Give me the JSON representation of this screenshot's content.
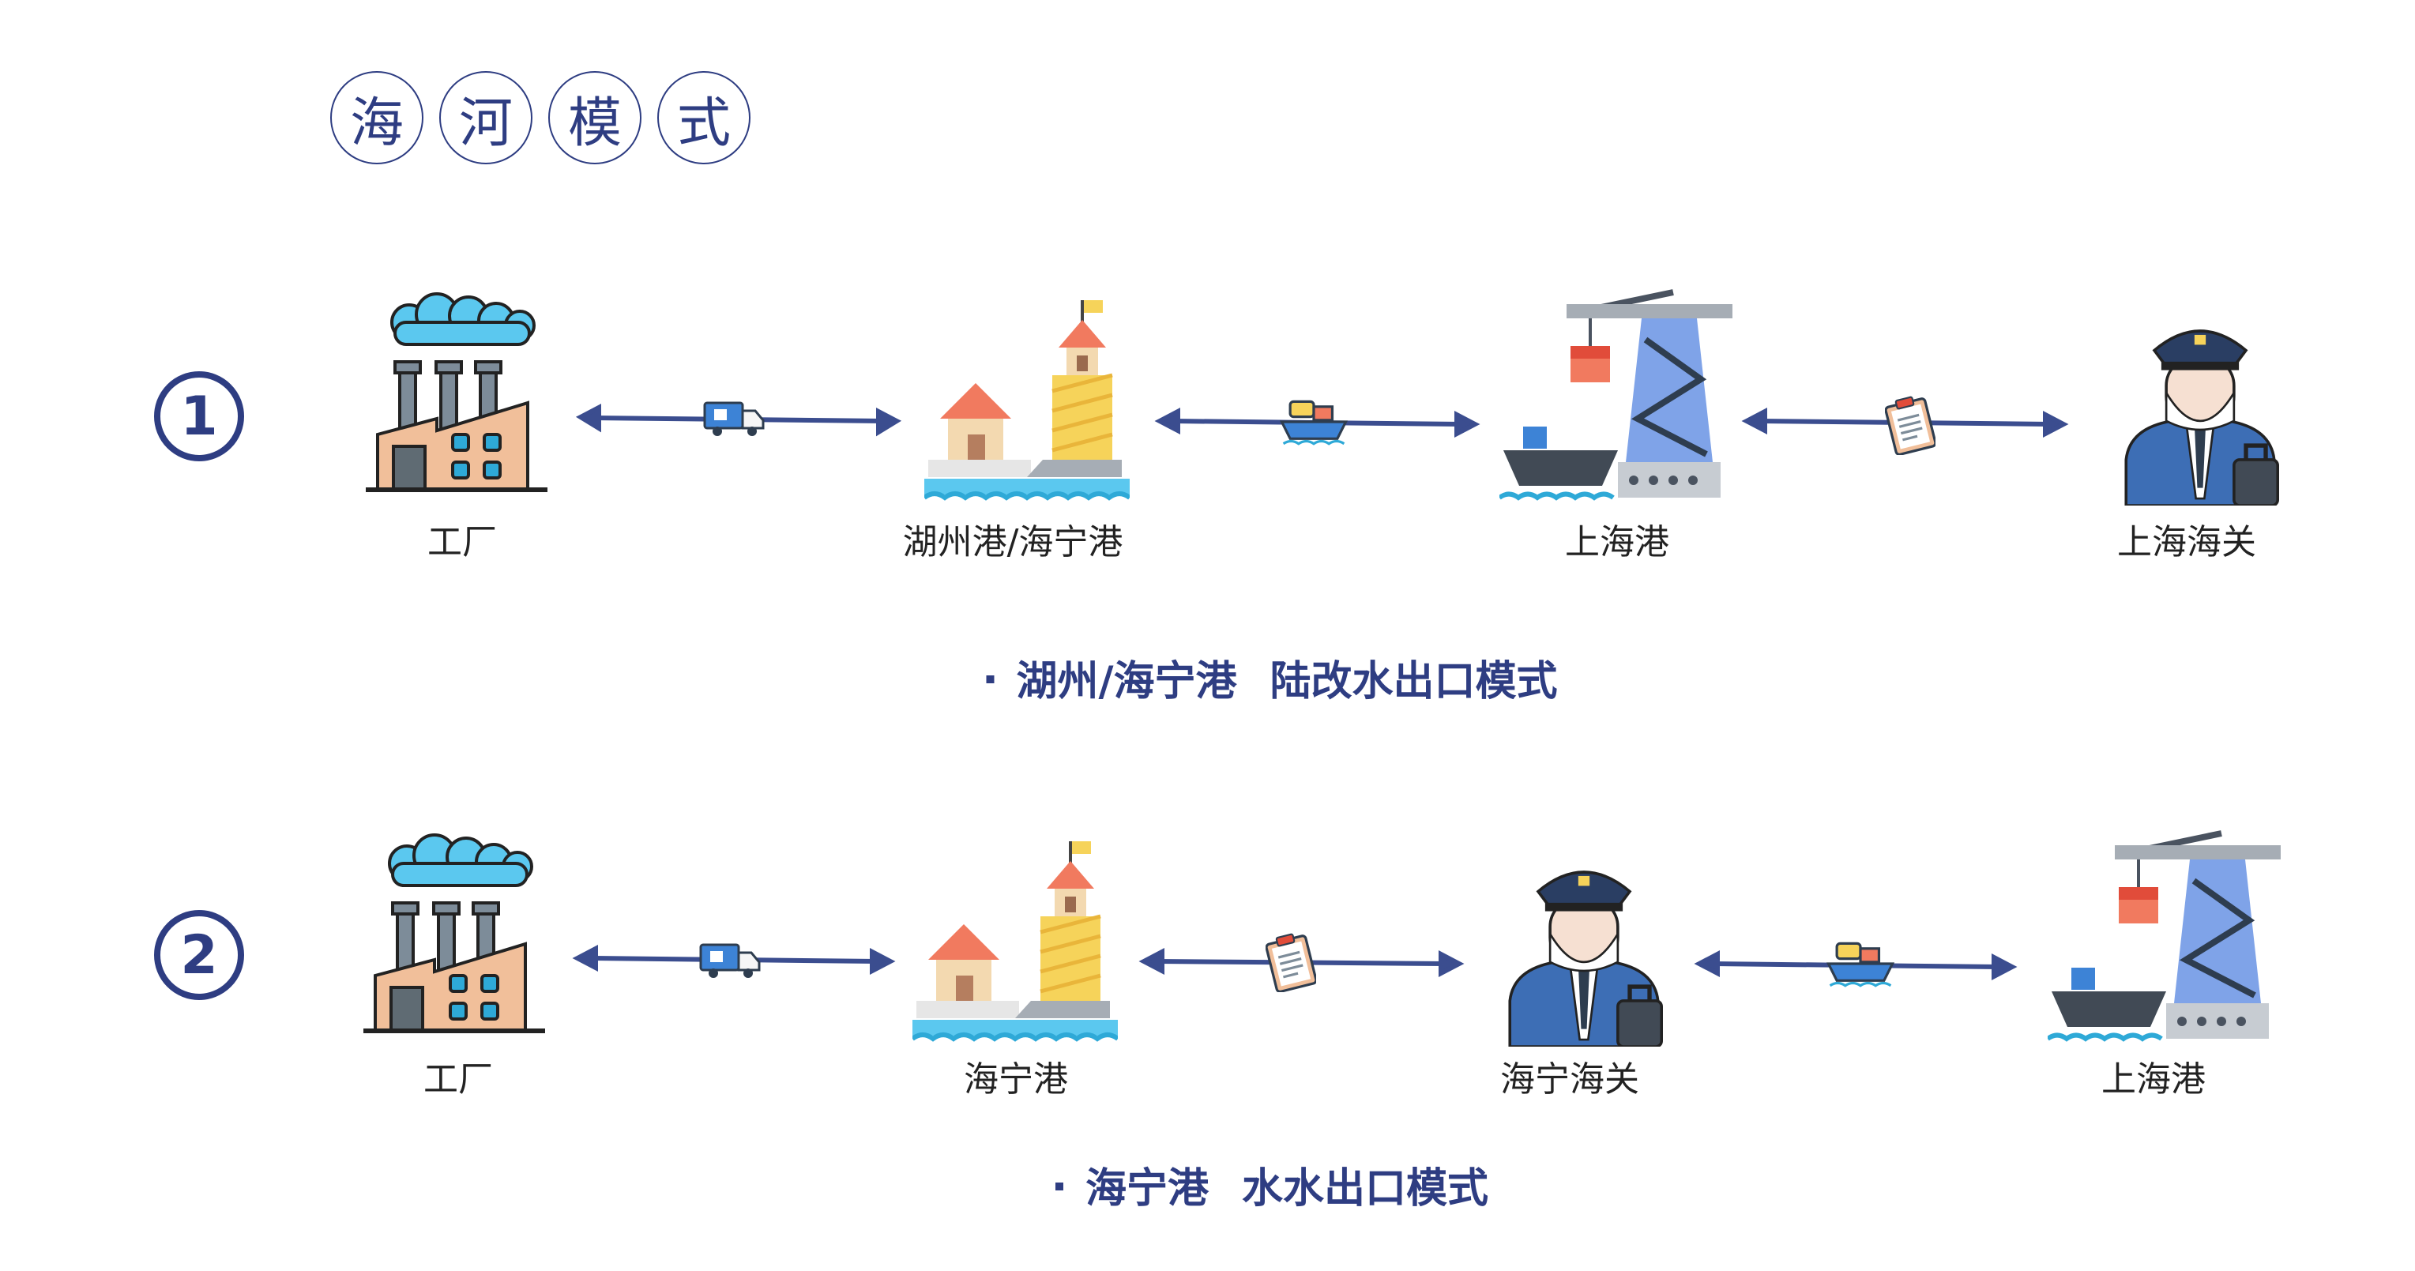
{
  "title": {
    "chars": [
      "海",
      "河",
      "模",
      "式"
    ]
  },
  "colors": {
    "navy": "#2e3d82",
    "arrow": "#3b4d8f",
    "text": "#222222"
  },
  "rows": [
    {
      "number": "1",
      "nodes": [
        {
          "label": "工厂",
          "icon": "factory-icon"
        },
        {
          "label": "湖州港/海宁港",
          "icon": "port-icon"
        },
        {
          "label": "上海港",
          "icon": "crane-ship-icon"
        },
        {
          "label": "上海海关",
          "icon": "customs-officer-icon"
        }
      ],
      "connectors": [
        "truck-icon",
        "boat-icon",
        "clipboard-icon"
      ],
      "caption": {
        "part1": "湖州/海宁港",
        "part2": "陆改水出口模式"
      }
    },
    {
      "number": "2",
      "nodes": [
        {
          "label": "工厂",
          "icon": "factory-icon"
        },
        {
          "label": "海宁港",
          "icon": "port-icon"
        },
        {
          "label": "海宁海关",
          "icon": "customs-officer-icon"
        },
        {
          "label": "上海港",
          "icon": "crane-ship-icon"
        }
      ],
      "connectors": [
        "truck-icon",
        "clipboard-icon",
        "boat-icon"
      ],
      "caption": {
        "part1": "海宁港",
        "part2": "水水出口模式"
      }
    }
  ]
}
